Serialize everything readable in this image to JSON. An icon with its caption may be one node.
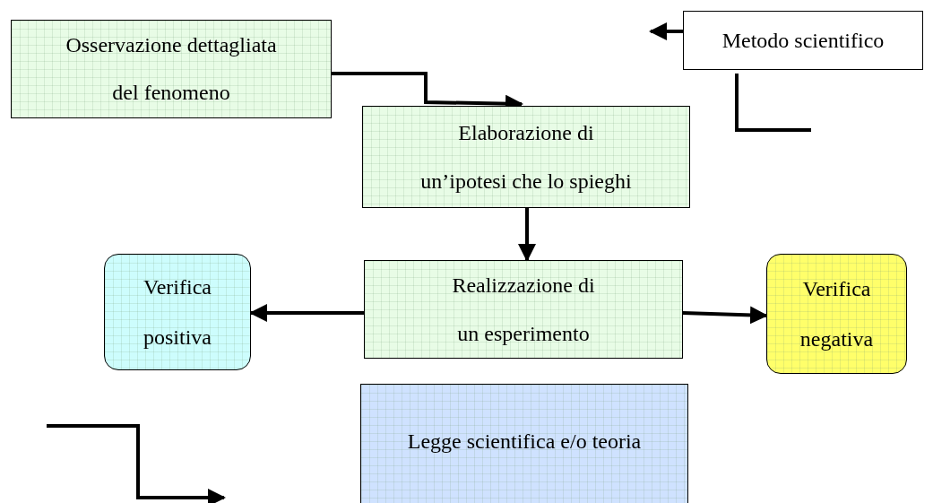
{
  "diagram": {
    "nodes": [
      {
        "text": [
          "Osservazione dettagliata del fenomeno"
        ]
      },
      {
        "text": [
          "Metodo scientifico"
        ]
      },
      {
        "text": [
          "Elaborazione di un’ipotesi che lo spieghi"
        ]
      },
      {
        "text": [
          "Verifica positiva"
        ]
      },
      {
        "text": [
          "Realizzazione di un esperimento"
        ]
      },
      {
        "text": [
          "Verifica negativa"
        ]
      },
      {
        "text": [
          "Legge scientifica e/o teoria"
        ]
      }
    ],
    "edges": [
      {
        "from": 0,
        "to": 2,
        "arrow": "to"
      },
      {
        "from": 2,
        "to": 4,
        "arrow": "to"
      },
      {
        "from": 4,
        "to": 3,
        "arrow": "to"
      },
      {
        "from": 4,
        "to": 5,
        "arrow": "to"
      },
      {
        "from": 1,
        "to": null,
        "arrow": "to"
      }
    ]
  }
}
